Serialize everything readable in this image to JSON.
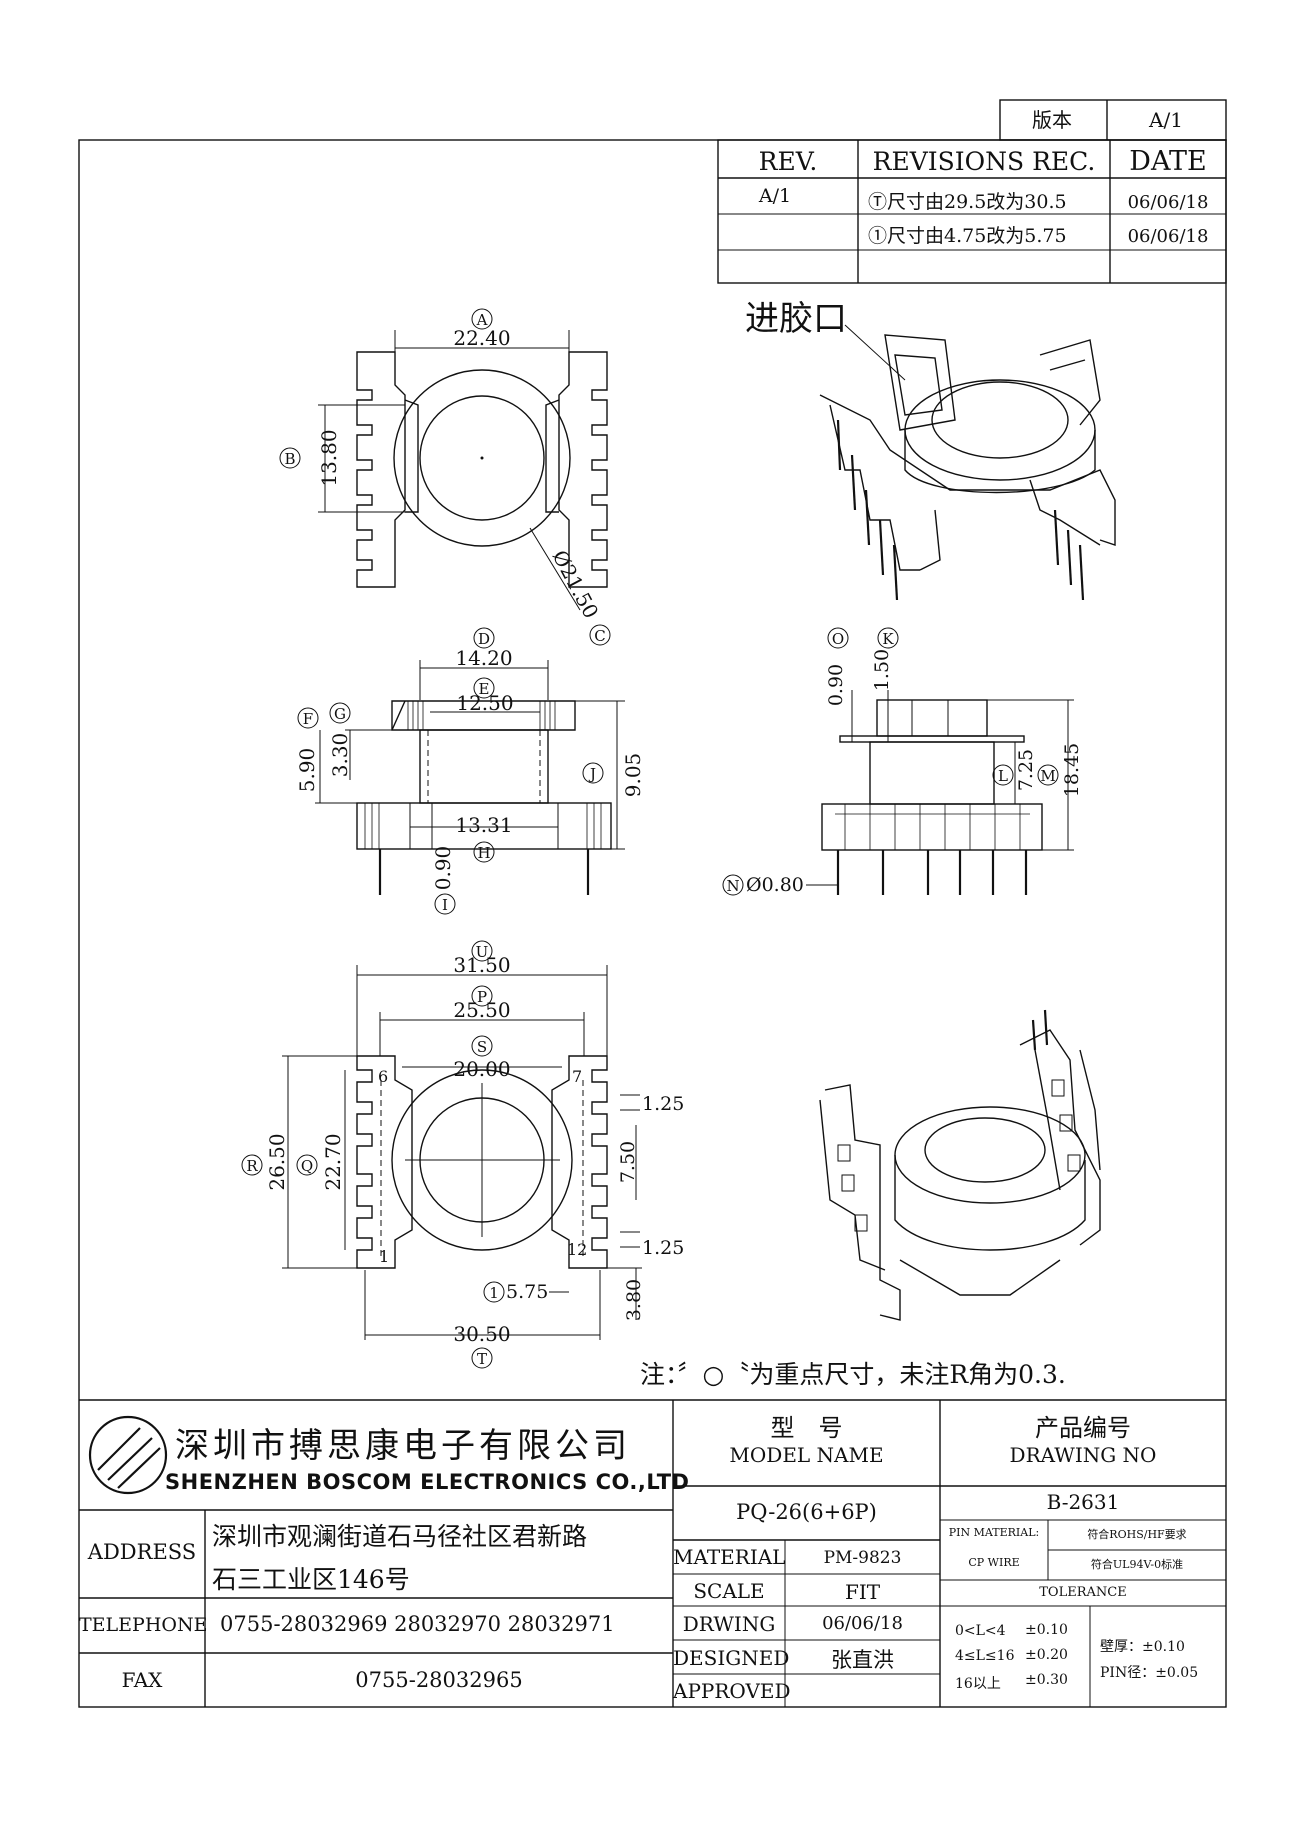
{
  "version_box": {
    "label": "版本",
    "value": "A/1"
  },
  "revisions": {
    "headers": {
      "rev": "REV.",
      "rec": "REVISIONS REC.",
      "date": "DATE"
    },
    "rows": [
      {
        "rev": "A/1",
        "rec": "Ⓣ尺寸由29.5改为30.5",
        "date": "06/06/18"
      },
      {
        "rev": "",
        "rec": "①尺寸由4.75改为5.75",
        "date": "06/06/18"
      }
    ]
  },
  "gate_label": "进胶口",
  "dims": {
    "A": "22.40",
    "B": "13.80",
    "C": "Ø21.50",
    "D": "14.20",
    "E": "12.50",
    "F": "5.90",
    "G": "3.30",
    "H": "13.31",
    "I": "0.90",
    "J": "9.05",
    "O": "0.90",
    "K": "1.50",
    "L": "7.25",
    "M": "18.45",
    "N": "Ø0.80",
    "U": "31.50",
    "P": "25.50",
    "S": "20.00",
    "R": "26.50",
    "Q": "22.70",
    "V": "7.50",
    "W1": "1.25",
    "W2": "1.25",
    "one": "5.75",
    "X": "3.80",
    "T": "30.50"
  },
  "pins": {
    "p6": "6",
    "p7": "7",
    "p1": "1",
    "p12": "12"
  },
  "note": "注：〞○〝为重点尺寸，未注R角为0.3.",
  "company": {
    "cn": "深圳市搏思康电子有限公司",
    "en": "SHENZHEN BOSCOM ELECTRONICS CO.,LTD"
  },
  "address": {
    "label": "ADDRESS",
    "line1": "深圳市观澜街道石马径社区君新路",
    "line2": "石三工业区146号"
  },
  "telephone": {
    "label": "TELEPHONE",
    "value": "0755-28032969 28032970 28032971"
  },
  "fax": {
    "label": "FAX",
    "value": "0755-28032965"
  },
  "model": {
    "label_cn": "型　号",
    "label_en": "MODEL NAME",
    "value": "PQ-26(6+6P)"
  },
  "drawing": {
    "label_cn": "产品编号",
    "label_en": "DRAWING NO",
    "value": "B-2631"
  },
  "material": {
    "label": "MATERIAL",
    "value": "PM-9823"
  },
  "scale": {
    "label": "SCALE",
    "value": "FIT"
  },
  "drwing": {
    "label": "DRWING",
    "value": "06/06/18"
  },
  "designed": {
    "label": "DESIGNED",
    "value": "张直洪"
  },
  "approved": {
    "label": "APPROVED",
    "value": ""
  },
  "pin_material": {
    "label1": "PIN MATERIAL:",
    "label2": "CP WIRE",
    "val1": "符合ROHS/HF要求",
    "val2": "符合UL94V-0标准"
  },
  "tolerance": {
    "title": "TOLERANCE",
    "rows": [
      {
        "range": "0<L<4",
        "tol": "±0.10"
      },
      {
        "range": "4≤L≤16",
        "tol": "±0.20"
      },
      {
        "range": "16以上",
        "tol": "±0.30"
      }
    ],
    "wall": "壁厚：±0.10",
    "pin": "PIN径：±0.05"
  }
}
